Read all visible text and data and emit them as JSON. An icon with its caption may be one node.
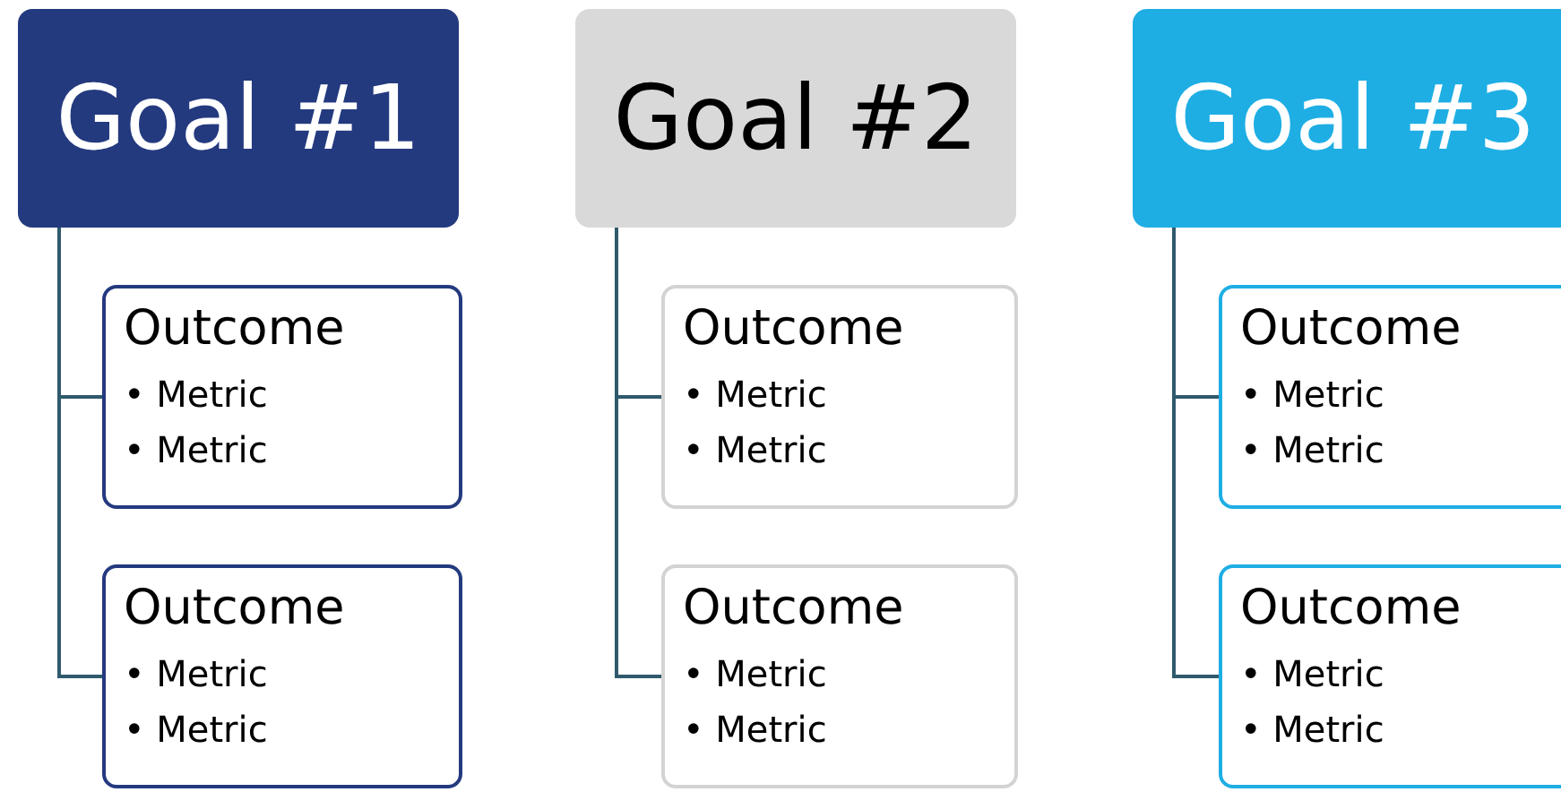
{
  "diagram": {
    "nodes": [
      {
        "text": [
          "Goal #1"
        ]
      },
      {
        "text": [
          "Outcome",
          "• Metric",
          "• Metric"
        ]
      },
      {
        "text": [
          "Outcome",
          "• Metric",
          "• Metric"
        ]
      },
      {
        "text": [
          "Goal #2"
        ]
      },
      {
        "text": [
          "Outcome",
          "• Metric",
          "• Metric"
        ]
      },
      {
        "text": [
          "Outcome",
          "• Metric",
          "• Metric"
        ]
      },
      {
        "text": [
          "Goal #3"
        ]
      },
      {
        "text": [
          "Outcome",
          "• Metric",
          "• Metric"
        ]
      },
      {
        "text": [
          "Outcome",
          "• Metric",
          "• Metric"
        ]
      }
    ],
    "edges": [
      {
        "from": 0,
        "to": 1,
        "arrow": "none"
      },
      {
        "from": 0,
        "to": 2,
        "arrow": "none"
      },
      {
        "from": 3,
        "to": 4,
        "arrow": "none"
      },
      {
        "from": 3,
        "to": 5,
        "arrow": "none"
      },
      {
        "from": 6,
        "to": 7,
        "arrow": "none"
      },
      {
        "from": 6,
        "to": 8,
        "arrow": "none"
      }
    ]
  }
}
